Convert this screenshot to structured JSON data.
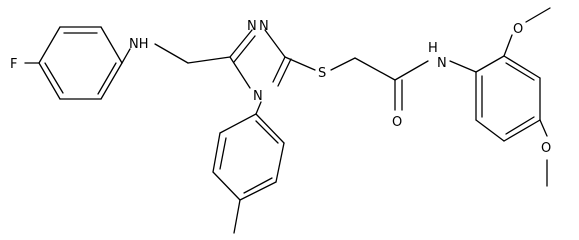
{
  "colors": {
    "bond": "#000000",
    "text": "#000000",
    "background": "#ffffff"
  },
  "labels": {
    "fluorine": "F",
    "amine_nh": "NH",
    "triazole_n_a": "N",
    "triazole_n_b": "N",
    "triazole_n4": "N",
    "sulfur": "S",
    "amide_nh": "H",
    "amide_n": "N",
    "carbonyl_o": "O",
    "methoxy_o_top": "O",
    "methoxy_o_right": "O"
  }
}
